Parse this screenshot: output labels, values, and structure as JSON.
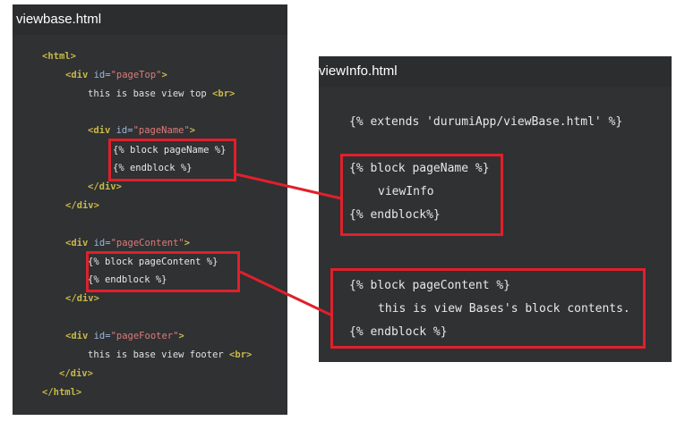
{
  "left_panel": {
    "title": "viewbase.html",
    "lines": {
      "l1_tag": "<html>",
      "l2_open": "<div ",
      "l2_attr": "id=",
      "l2_str": "\"pageTop\"",
      "l2_close": ">",
      "l3_text": "this is base view top ",
      "l3_br": "<br>",
      "l4_open": "<div ",
      "l4_attr": "id=",
      "l4_str": "\"pageName\"",
      "l4_close": ">",
      "l5_tpl": "{% block pageName %}",
      "l6_tpl": "{% endblock %}",
      "l7_tag": "</div>",
      "l8_tag": "</div>",
      "l9_open": "<div ",
      "l9_attr": "id=",
      "l9_str": "\"pageContent\"",
      "l9_close": ">",
      "l10_tpl": "{% block pageContent %}",
      "l11_tpl": "{% endblock %}",
      "l12_tag": "</div>",
      "l13_open": "<div ",
      "l13_attr": "id=",
      "l13_str": "\"pageFooter\"",
      "l13_close": ">",
      "l14_text": "this is base view footer ",
      "l14_br": "<br>",
      "l15_tag": "</div>",
      "l16_tag": "</html>"
    }
  },
  "right_panel": {
    "title": "viewInfo.html",
    "lines": {
      "r1": "{% extends 'durumiApp/viewBase.html' %}",
      "r2": "{% block pageName %}",
      "r3": "viewInfo",
      "r4": "{% endblock%}",
      "r5": "{% block pageContent %}",
      "r6": "this is view Bases's block contents.",
      "r7": "{% endblock %}"
    }
  },
  "colors": {
    "panel_bg": "#2f3133",
    "highlight": "#e0202b",
    "tag": "#c8b84a",
    "attr": "#9ab8d8",
    "string": "#e07a7a"
  }
}
